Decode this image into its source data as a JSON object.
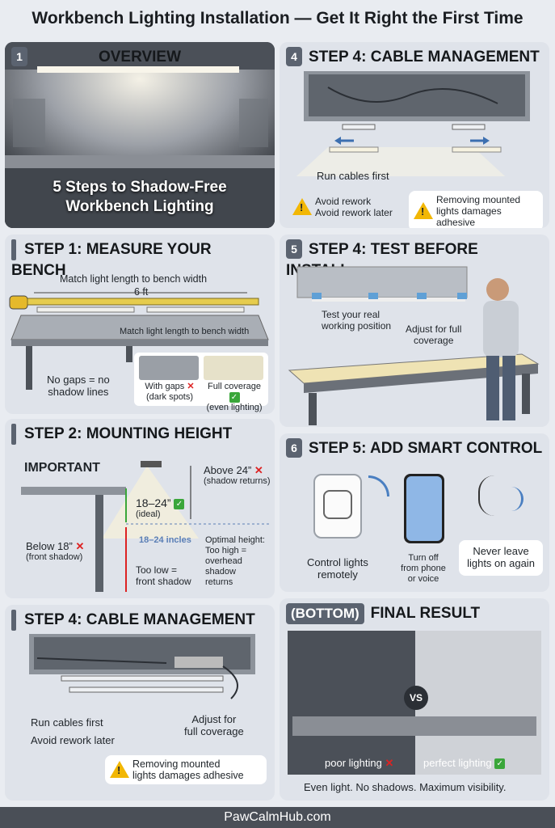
{
  "title": "Workbench Lighting Installation — Get It Right the First Time",
  "overview": {
    "num": "1",
    "heading": "OVERVIEW",
    "caption_line1": "5 Steps to Shadow-Free",
    "caption_line2": "Workbench Lighting"
  },
  "cable_top": {
    "num": "4",
    "heading": "STEP 4: CABLE MANAGEMENT",
    "run_cables": "Run cables first",
    "warn1_line1": "Avoid rework",
    "warn1_line2": "Avoid rework later",
    "warn2_line1": "Removing mounted",
    "warn2_line2": "lights damages adhesive"
  },
  "measure": {
    "heading": "STEP 1: MEASURE YOUR BENCH",
    "match_top": "Match light length to bench width",
    "length": "6 ft",
    "match_bottom": "Match light length to bench width",
    "no_gaps_line1": "No gaps = no",
    "no_gaps_line2": "shadow lines",
    "gaps_label": "With gaps",
    "gaps_sub": "(dark spots)",
    "full_label": "Full coverage",
    "full_sub": "(even lighting)"
  },
  "test": {
    "num": "5",
    "heading": "STEP 4: TEST BEFORE INSTALL",
    "test_line1": "Test your real",
    "test_line2": "working position",
    "adjust_line1": "Adjust for full",
    "adjust_line2": "coverage"
  },
  "height": {
    "heading": "STEP 2: MOUNTING HEIGHT",
    "important": "IMPORTANT",
    "ideal_range": "18–24”",
    "ideal_label": "(ideal)",
    "above": "Above 24”",
    "above_sub": "(shadow returns)",
    "below": "Below 18”",
    "below_sub": "(front shadow)",
    "inches_tag": "18–24 incles",
    "optimal_line1": "Optimal height:",
    "optimal_line2": "Too high =",
    "optimal_line3": "overhead",
    "optimal_line4": "shadow",
    "optimal_line5": "returns",
    "too_low_line1": "Too low =",
    "too_low_line2": "front shadow"
  },
  "smart": {
    "num": "6",
    "heading": "STEP 5: ADD SMART CONTROL",
    "control_line1": "Control lights",
    "control_line2": "remotely",
    "turnoff_line1": "Turn off",
    "turnoff_line2": "from phone",
    "turnoff_line3": "or voice",
    "never_line1": "Never leave",
    "never_line2": "lights on again"
  },
  "cable_bottom": {
    "heading": "STEP 4: CABLE MANAGEMENT",
    "run_cables": "Run cables first",
    "avoid": "Avoid rework later",
    "adjust_line1": "Adjust for",
    "adjust_line2": "full coverage",
    "warn_line1": "Removing mounted",
    "warn_line2": "lights damages adhesive"
  },
  "final": {
    "tag": "(BOTTOM)",
    "heading": "FINAL RESULT",
    "vs": "VS",
    "poor": "poor lighting",
    "perfect": "perfect lighting",
    "tagline": "Even light. No shadows. Maximum visibility."
  },
  "footer": "PawCalmHub.com",
  "icons": {
    "cross": "✕",
    "check": "✓"
  },
  "colors": {
    "accent_green": "#3aa63a",
    "accent_red": "#dd2222",
    "warning_yellow": "#f2b705",
    "footer_bg": "#4a4f57"
  }
}
